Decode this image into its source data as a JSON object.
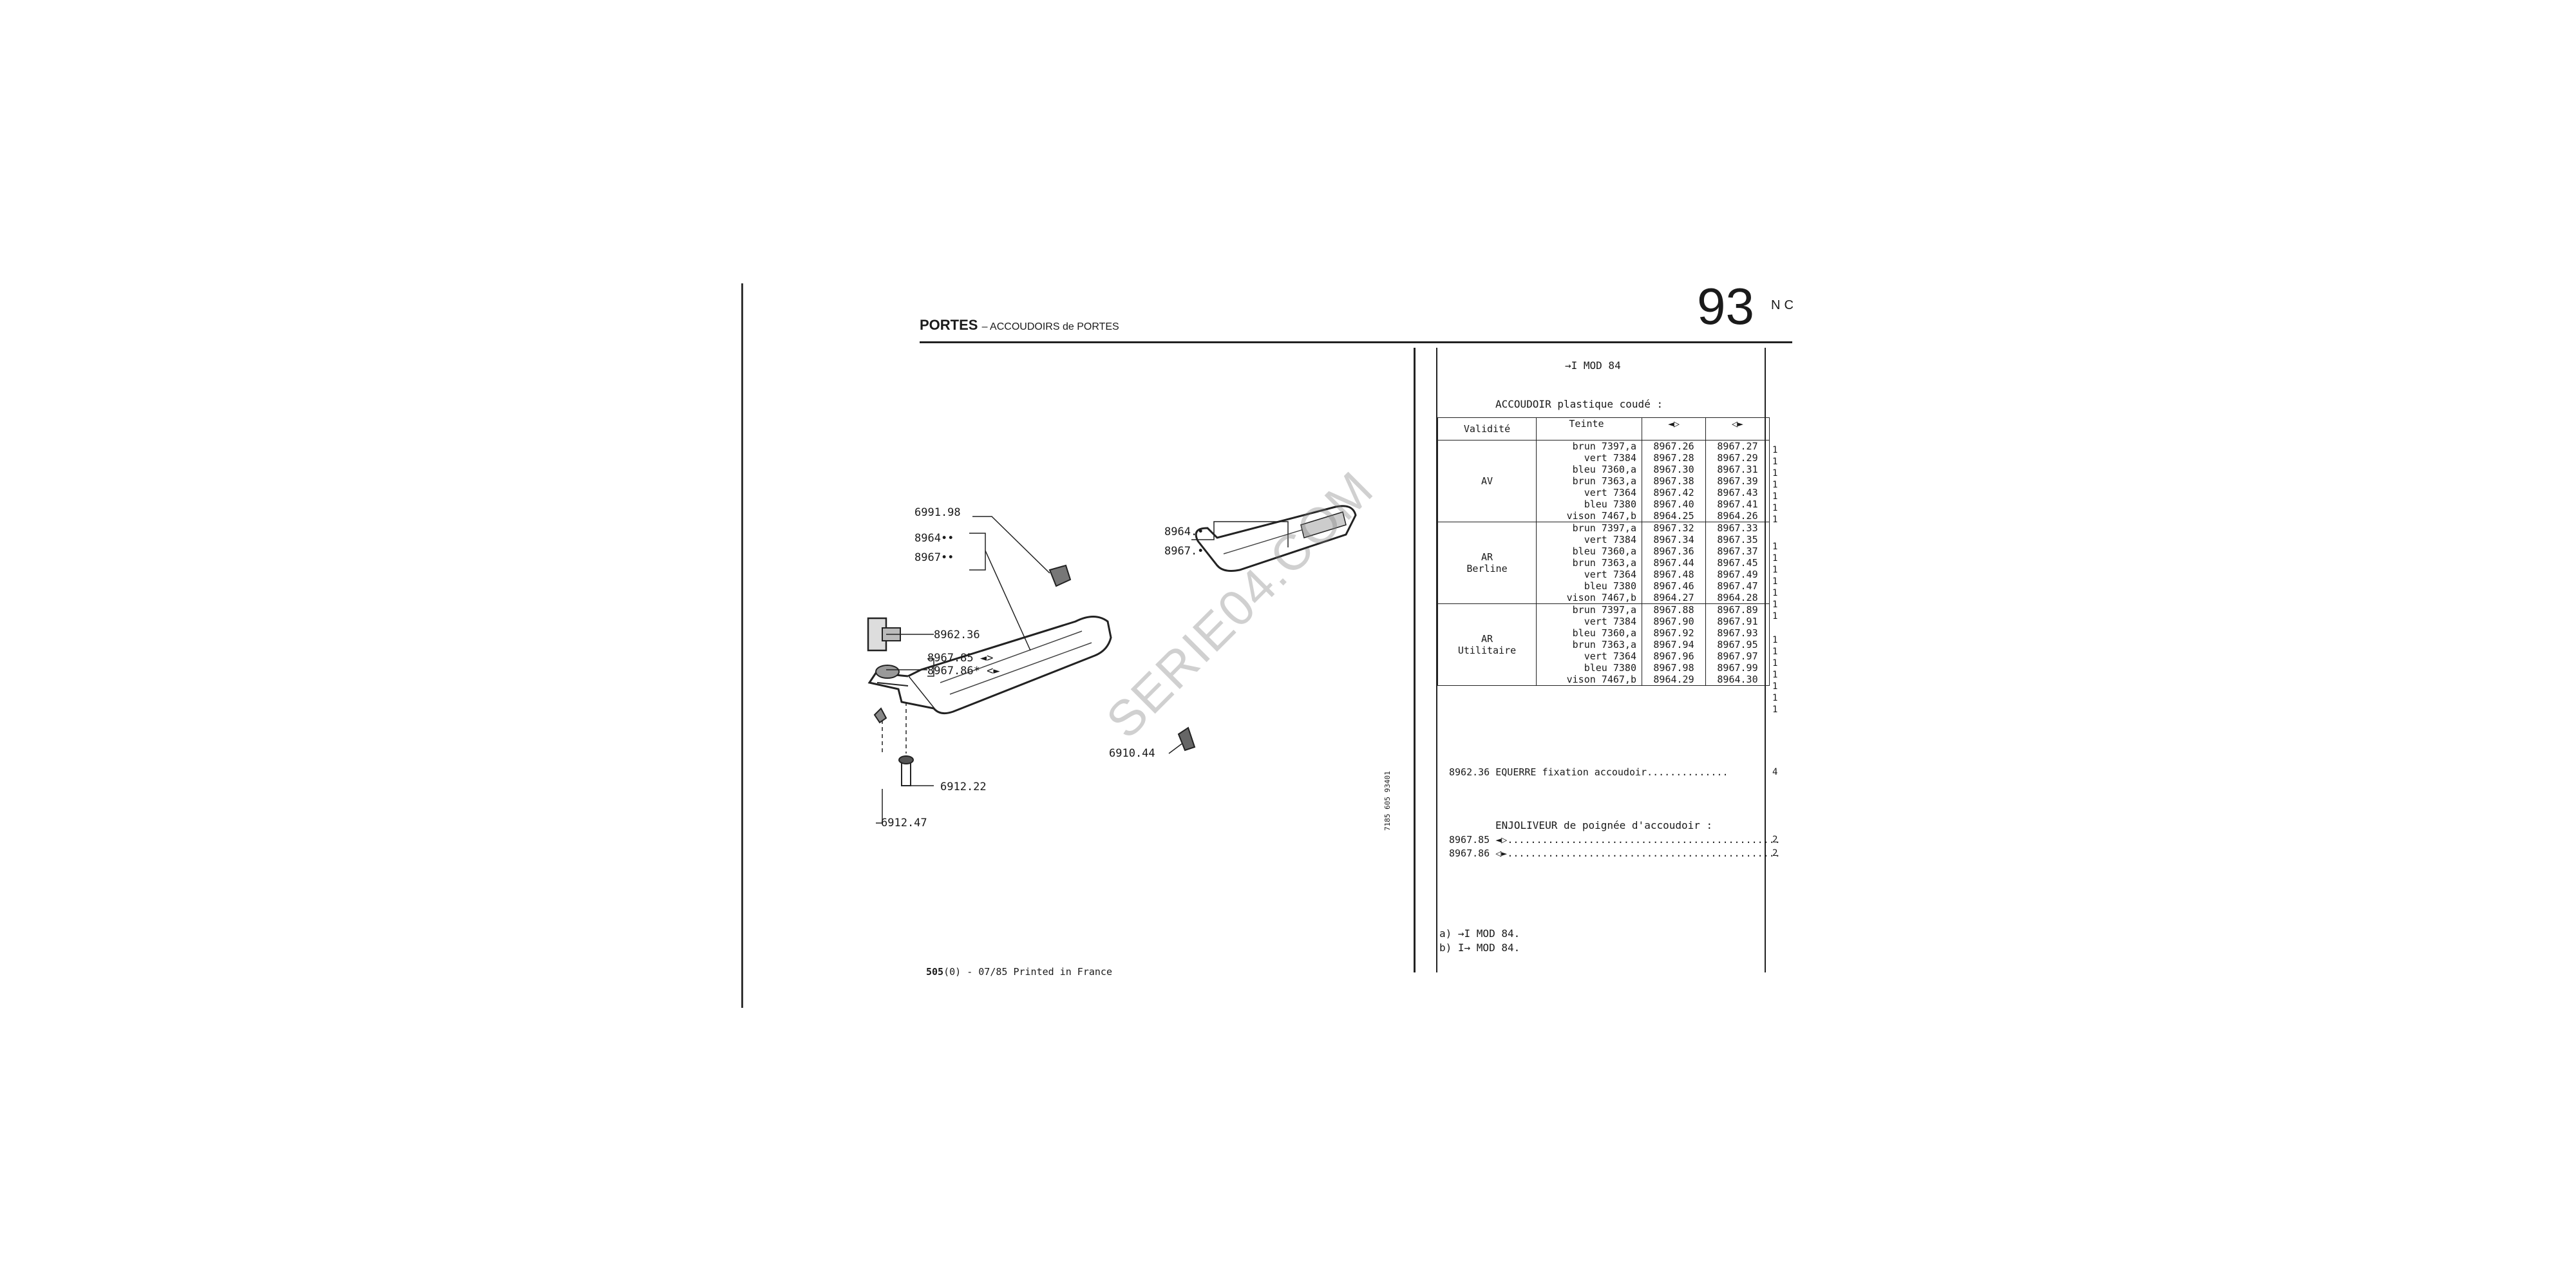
{
  "header": {
    "title": "PORTES",
    "subtitle": "– ACCOUDOIRS de PORTES",
    "page_number": "93",
    "page_code": "NC"
  },
  "diagram_labels": {
    "l1": "6991.98",
    "l2": "8964••",
    "l3": "8967••",
    "l4": "8962.36",
    "l5": "8967.85 ◄>",
    "l6": "8967.86* <►",
    "l7": "6912.22",
    "l8": "6912.47",
    "l9": "6910.44",
    "l10": "8964.•",
    "l11": "8967.•"
  },
  "watermark": "SERIE04.COM",
  "footer": {
    "model": "505",
    "rest": "(0) - 07/85 Printed in France"
  },
  "side_ref": "7185 605 93401",
  "panel": {
    "top_note": "→I MOD 84",
    "heading": "ACCOUDOIR plastique coudé :",
    "columns": [
      "Validité",
      "Teinte",
      "◄▷",
      "◁►"
    ],
    "groups": [
      {
        "validity": "AV",
        "tints": [
          "brun 7397,a",
          "vert 7384",
          "bleu 7360,a",
          "brun 7363,a",
          "vert 7364",
          "bleu 7380",
          "vison 7467,b"
        ],
        "left": [
          "8967.26",
          "8967.28",
          "8967.30",
          "8967.38",
          "8967.42",
          "8967.40",
          "8964.25"
        ],
        "right": [
          "8967.27",
          "8967.29",
          "8967.31",
          "8967.39",
          "8967.43",
          "8967.41",
          "8964.26"
        ]
      },
      {
        "validity": "AR\nBerline",
        "tints": [
          "brun 7397,a",
          "vert 7384",
          "bleu 7360,a",
          "brun 7363,a",
          "vert 7364",
          "bleu 7380",
          "vison 7467,b"
        ],
        "left": [
          "8967.32",
          "8967.34",
          "8967.36",
          "8967.44",
          "8967.48",
          "8967.46",
          "8964.27"
        ],
        "right": [
          "8967.33",
          "8967.35",
          "8967.37",
          "8967.45",
          "8967.49",
          "8967.47",
          "8964.28"
        ]
      },
      {
        "validity": "AR\nUtilitaire",
        "tints": [
          "brun 7397,a",
          "vert 7384",
          "bleu 7360,a",
          "brun 7363,a",
          "vert 7364",
          "bleu 7380",
          "vison 7467,b"
        ],
        "left": [
          "8967.88",
          "8967.90",
          "8967.92",
          "8967.94",
          "8967.96",
          "8967.98",
          "8964.29"
        ],
        "right": [
          "8967.89",
          "8967.91",
          "8967.93",
          "8967.95",
          "8967.97",
          "8967.99",
          "8964.30"
        ]
      }
    ],
    "qty_col": [
      "1",
      "1",
      "1",
      "1",
      "1",
      "1",
      "1"
    ],
    "equerre": {
      "ref": "8962.36",
      "text": "EQUERRE fixation accoudoir",
      "qty": "4"
    },
    "enjoliveur": {
      "heading": "ENJOLIVEUR de poignée d'accoudoir :",
      "items": [
        {
          "ref": "8967.85",
          "symbol": "◄▷",
          "qty": "2"
        },
        {
          "ref": "8967.86",
          "symbol": "◁►",
          "qty": "2"
        }
      ]
    },
    "notes": [
      "a) →I MOD 84.",
      "b) I→ MOD 84."
    ]
  }
}
